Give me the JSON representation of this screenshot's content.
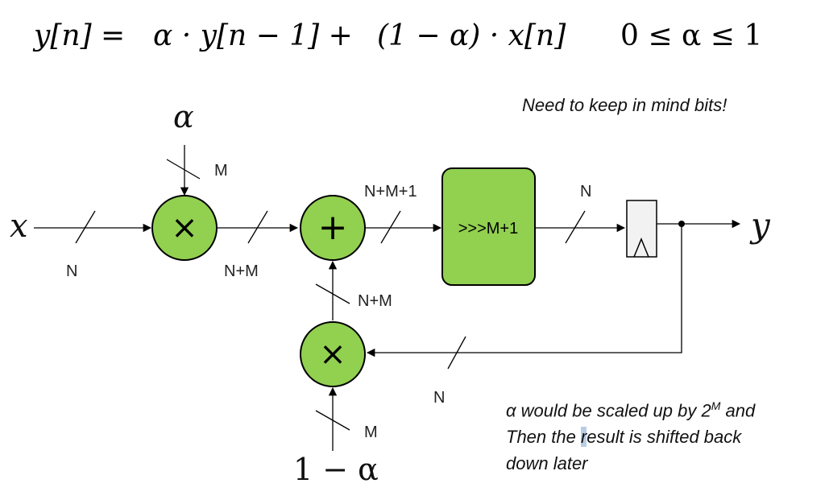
{
  "equation": {
    "lhs": "y[n] =",
    "term1": "α · y[n − 1] +",
    "term2": "(1 − α) · x[n]",
    "constraint": "0 ≤ α ≤ 1"
  },
  "signals": {
    "input": "x",
    "output": "y",
    "alpha": "α",
    "one_minus_alpha": "1 − α"
  },
  "blocks": {
    "mult_top": "×",
    "adder": "+",
    "mult_bottom": "×",
    "shift": ">>>M+1"
  },
  "bit_widths": {
    "input_x": "N",
    "alpha": "M",
    "mult_out": "N+M",
    "adder_out": "N+M+1",
    "shift_out": "N",
    "feedback": "N",
    "mult_bottom_out": "N+M",
    "one_minus_alpha": "M"
  },
  "notes": {
    "bits": "Need to keep in mind bits!",
    "scale_line1": "α would be scaled up by 2",
    "scale_exp": "M",
    "scale_line1_end": " and",
    "scale_line2_a": "Then the ",
    "scale_line2_hl": "r",
    "scale_line2_b": "esult is shifted back",
    "scale_line3": "down later"
  },
  "colors": {
    "block_fill": "#92D050",
    "stroke": "#000000",
    "register_fill": "#F2F2F2"
  }
}
